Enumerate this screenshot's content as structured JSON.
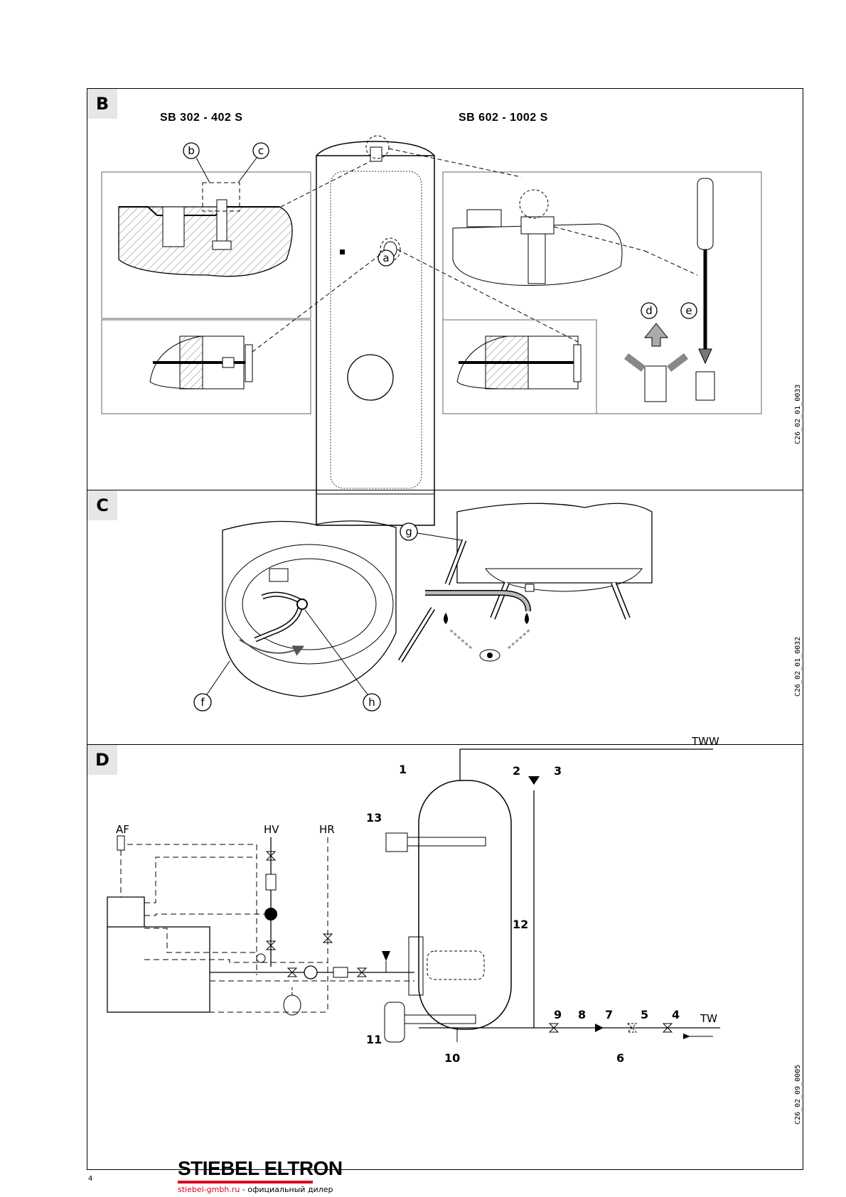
{
  "panels": {
    "b": {
      "label": "B",
      "subtitle_left": "SB 302 - 402 S",
      "subtitle_right": "SB 602 - 1002 S",
      "callouts": [
        "a",
        "b",
        "c",
        "d",
        "e"
      ],
      "code": "C26_02_01_0033"
    },
    "c": {
      "label": "C",
      "callouts": [
        "f",
        "g",
        "h"
      ],
      "code": "C26_02_01_0032"
    },
    "d": {
      "label": "D",
      "labels": {
        "af": "AF",
        "hv": "HV",
        "hr": "HR",
        "tww": "TWW",
        "tw": "TW"
      },
      "numbers": [
        "1",
        "2",
        "3",
        "4",
        "5",
        "6",
        "7",
        "8",
        "9",
        "10",
        "11",
        "12",
        "13"
      ],
      "code": "C26_02_09_0005"
    }
  },
  "footer": {
    "brand": "STIEBEL ELTRON",
    "site": "stiebel-gmbh.ru",
    "dealer": " - официальный дилер",
    "page": "4"
  },
  "colors": {
    "brand_red": "#d7001e",
    "label_bg": "#e6e6e6"
  }
}
